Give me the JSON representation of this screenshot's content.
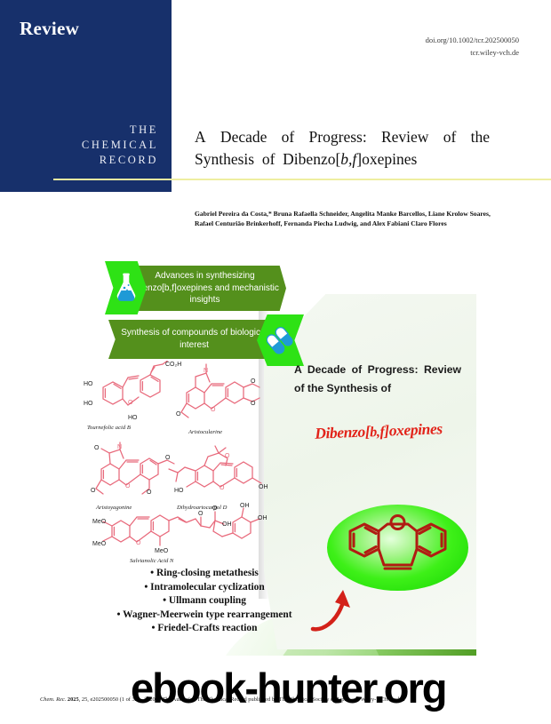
{
  "header": {
    "review_label": "Review",
    "doi": "doi.org/10.1002/tcr.202500050",
    "site": "tcr.wiley-vch.de",
    "journal_brand_line1": "THE",
    "journal_brand_line2": "CHEMICAL",
    "journal_brand_line3": "RECORD",
    "accent_blue": "#17306b",
    "accent_yellow": "#eeeea0"
  },
  "article": {
    "title_part1": "A Decade of Progress: Review of the Synthesis of Dibenzo[",
    "title_italic1": "b,f",
    "title_part2": "]oxepines",
    "title_plain": "A Decade of Progress: Review of the Synthesis of Dibenzo[b,f]oxepines",
    "authors": "Gabriel Pereira da Costa,* Bruna Rafaella Schneider, Angelita Manke Barcellos, Liane Krolow Soares, Rafael Centuriāo Brinkerhoff, Fernanda Piecha Ludwig, and Alex Fabiani Claro Flores"
  },
  "abstract_figure": {
    "banners": [
      {
        "icon": "flask-icon",
        "text": "Advances in synthesizing dibenzo[b,f]oxepines and mechanistic insights"
      },
      {
        "icon": "capsules-icon",
        "text": "Synthesis of compounds of biological interest"
      }
    ],
    "card": {
      "title": "A Decade of Progress: Review of the Synthesis of",
      "script_title": "Dibenzo[b,f]oxepines",
      "script_color": "#e2231a"
    },
    "molecule_labels": [
      "Tournefolic acid B",
      "Aristocularine",
      "Aristoyagonine",
      "Dihydroartocarpol D",
      "Salvianolic Acid N"
    ],
    "bullets": [
      "• Ring-closing metathesis",
      "• Intramolecular cyclization",
      "• Ullmann coupling",
      "• Wagner-Meerwein type rearrangement",
      "• Friedel-Crafts reaction"
    ],
    "colors": {
      "banner_green": "#54901c",
      "bright_green": "#2ee215",
      "molecule_red": "#e8697b",
      "core_red": "#b01c12"
    }
  },
  "footer": {
    "citation_italic": "Chem. Rec.",
    "year": "2025",
    "volume_article": ", 25, e202500050 (1 of 32)",
    "copyright": "© 2025 The Author(s). The Chemical Record published by The Chemical Society of Japan and Wiley-VCH GmbH"
  },
  "watermark": {
    "text": "ebook-hunter.org"
  }
}
